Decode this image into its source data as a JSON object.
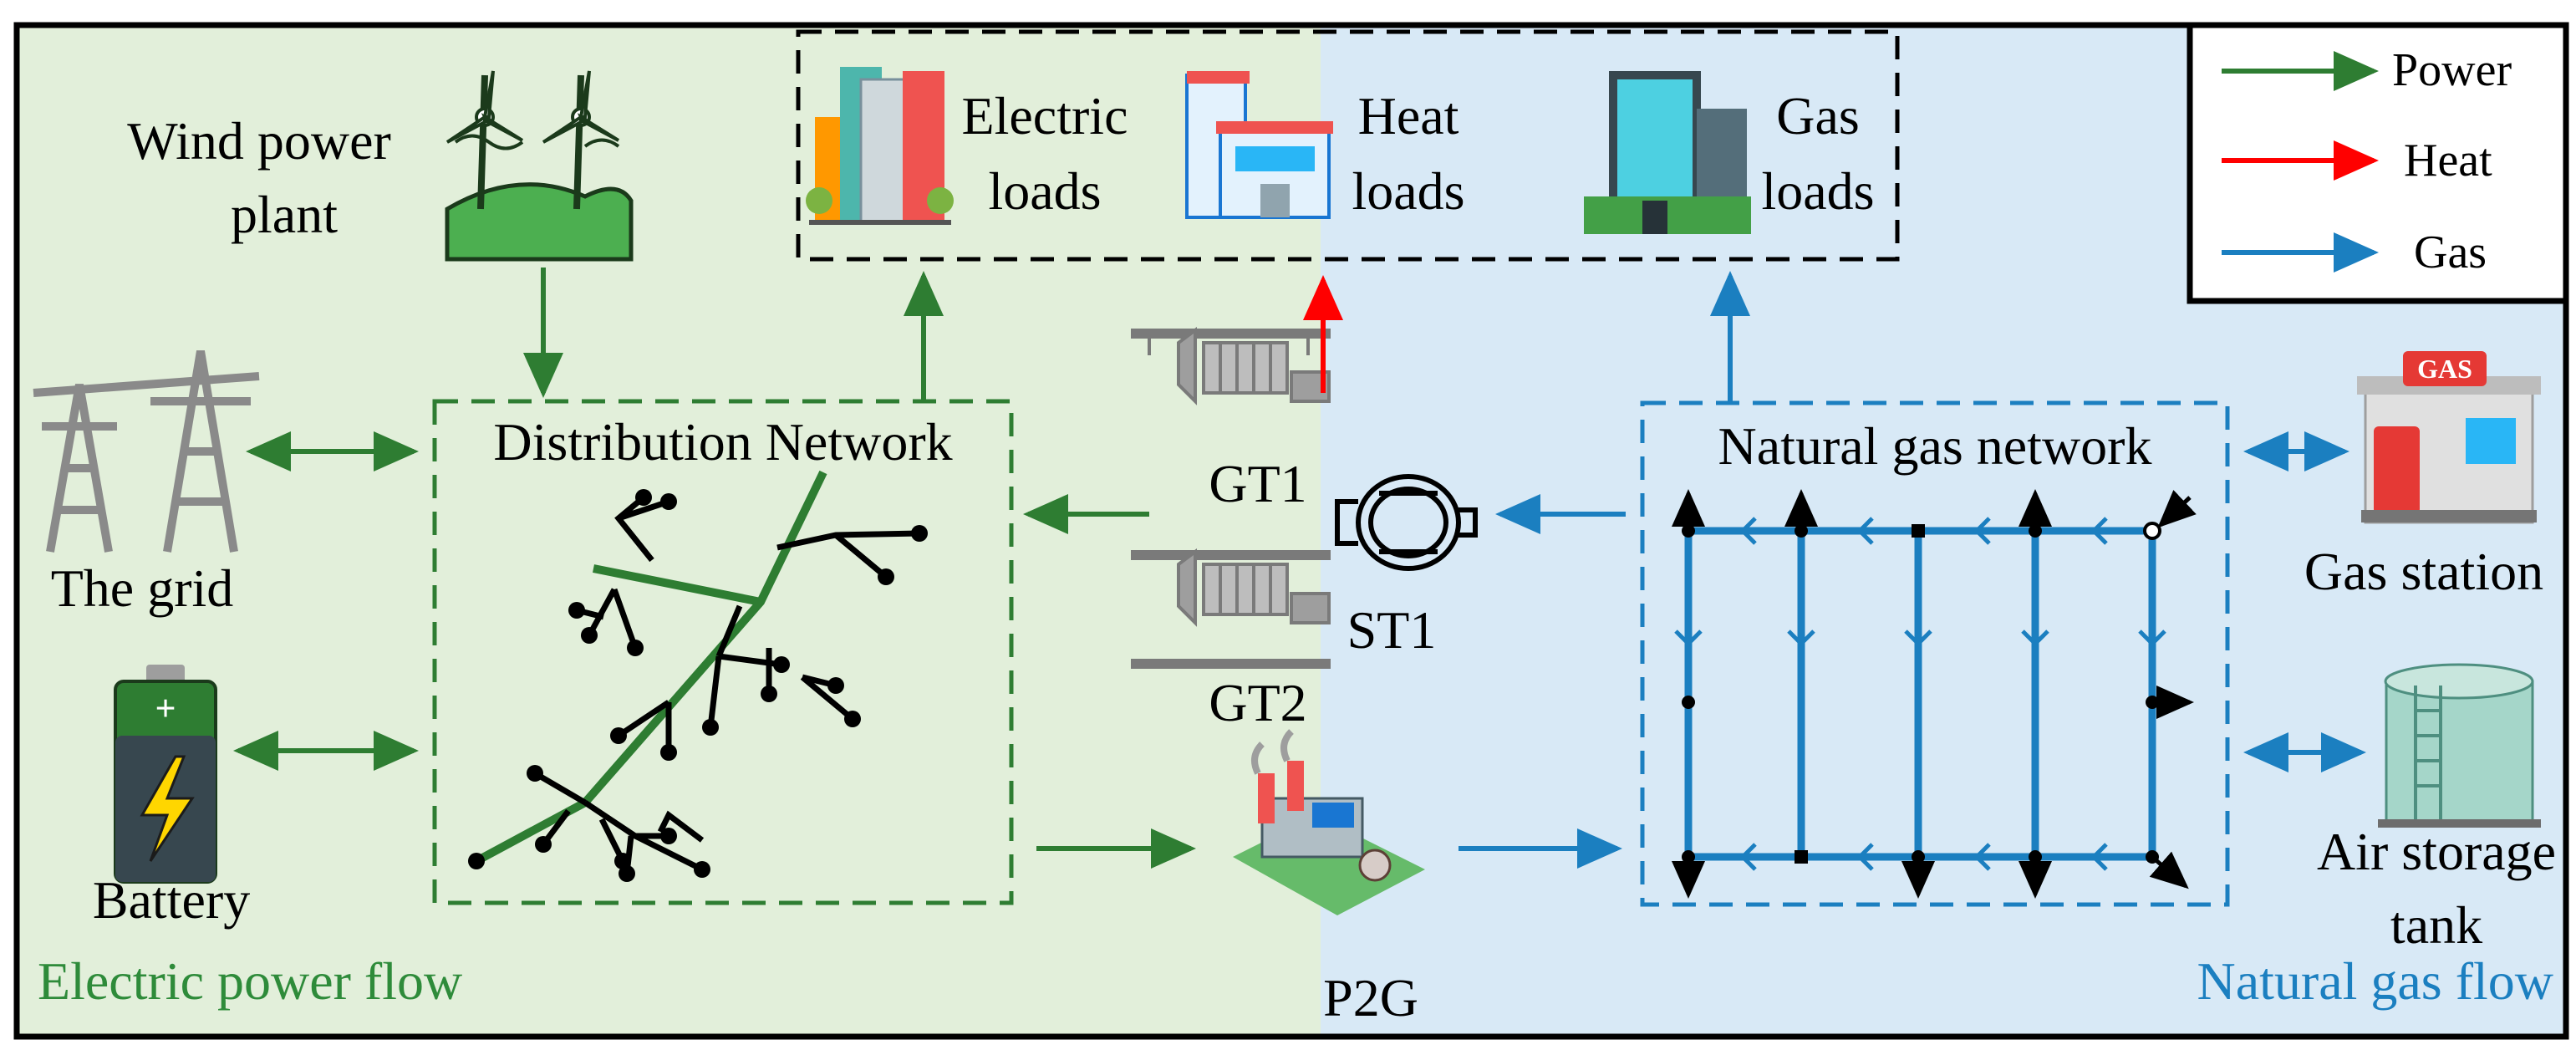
{
  "colors": {
    "power": "#2e7d32",
    "heat": "#ff0000",
    "gas": "#1b7fc0",
    "electric_region_bg": "#e2efda",
    "gas_region_bg": "#d8e9f6",
    "electric_region_label": "#2e8b3a",
    "gas_region_label": "#1b7fc0"
  },
  "legend": {
    "items": [
      {
        "label": "Power",
        "color": "#2e7d32"
      },
      {
        "label": "Heat",
        "color": "#ff0000"
      },
      {
        "label": "Gas",
        "color": "#1b7fc0"
      }
    ]
  },
  "regions": {
    "electric_label": "Electric power flow",
    "gas_label": "Natural gas flow"
  },
  "loads": {
    "electric_line1": "Electric",
    "electric_line2": "loads",
    "heat_line1": "Heat",
    "heat_line2": "loads",
    "gas_line1": "Gas",
    "gas_line2": "loads"
  },
  "nodes": {
    "wind_line1": "Wind power",
    "wind_line2": "plant",
    "grid": "The grid",
    "battery": "Battery",
    "distribution_network": "Distribution Network",
    "gt1": "GT1",
    "gt2": "GT2",
    "st1": "ST1",
    "p2g": "P2G",
    "gas_network": "Natural gas network",
    "gas_station": "Gas station",
    "air_storage_line1": "Air storage",
    "air_storage_line2": "tank"
  },
  "icons": [
    "wind-turbine-icon",
    "transmission-tower-icon",
    "battery-icon",
    "city-buildings-icon",
    "apartment-icon",
    "office-building-icon",
    "gas-turbine-icon",
    "steam-turbine-icon",
    "factory-icon",
    "gas-pump-icon",
    "storage-tank-icon",
    "battery-bolt-icon"
  ]
}
